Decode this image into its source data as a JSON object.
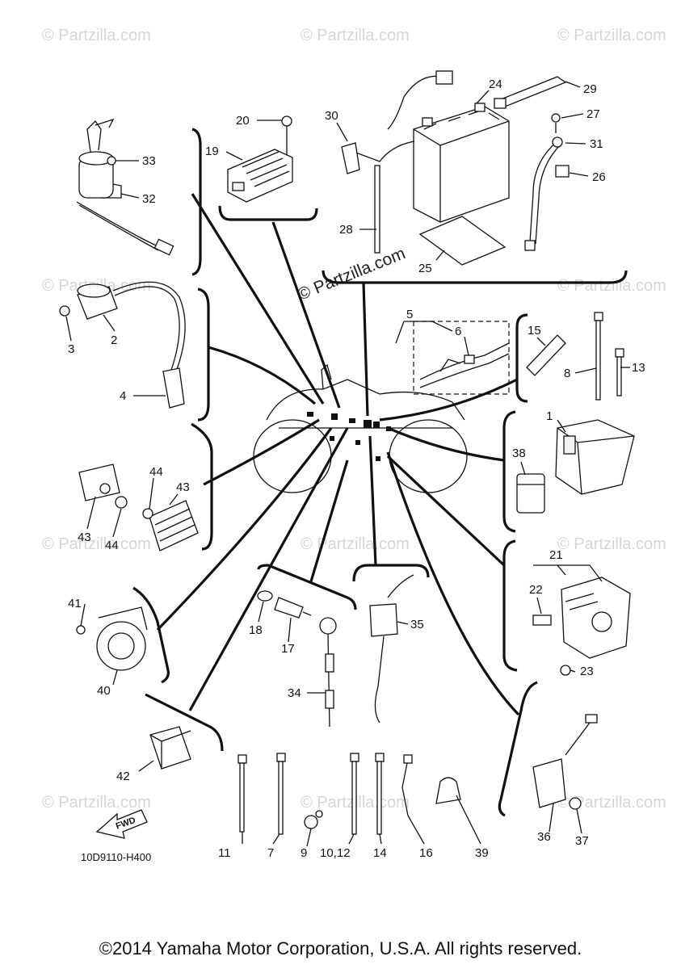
{
  "watermark": {
    "text": "© Partzilla.com",
    "center_text": "© Partzilla.com"
  },
  "drawing_code": "10D9110-H400",
  "fwd_label": "FWD",
  "copyright": "©2014 Yamaha Motor Corporation, U.S.A. All rights reserved.",
  "labels": {
    "l1": "1",
    "l2": "2",
    "l3": "3",
    "l4": "4",
    "l5": "5",
    "l6": "6",
    "l7": "7",
    "l8": "8",
    "l9": "9",
    "l10_12": "10,12",
    "l11": "11",
    "l13": "13",
    "l14": "14",
    "l15": "15",
    "l16": "16",
    "l17": "17",
    "l18": "18",
    "l19": "19",
    "l20": "20",
    "l21": "21",
    "l22": "22",
    "l23": "23",
    "l24": "24",
    "l25": "25",
    "l26": "26",
    "l27": "27",
    "l28": "28",
    "l29": "29",
    "l30": "30",
    "l31": "31",
    "l32": "32",
    "l33": "33",
    "l34": "34",
    "l35": "35",
    "l36": "36",
    "l37": "37",
    "l38": "38",
    "l39": "39",
    "l40": "40",
    "l41": "41",
    "l42": "42",
    "l43a": "43",
    "l43b": "43",
    "l44a": "44",
    "l44b": "44"
  }
}
